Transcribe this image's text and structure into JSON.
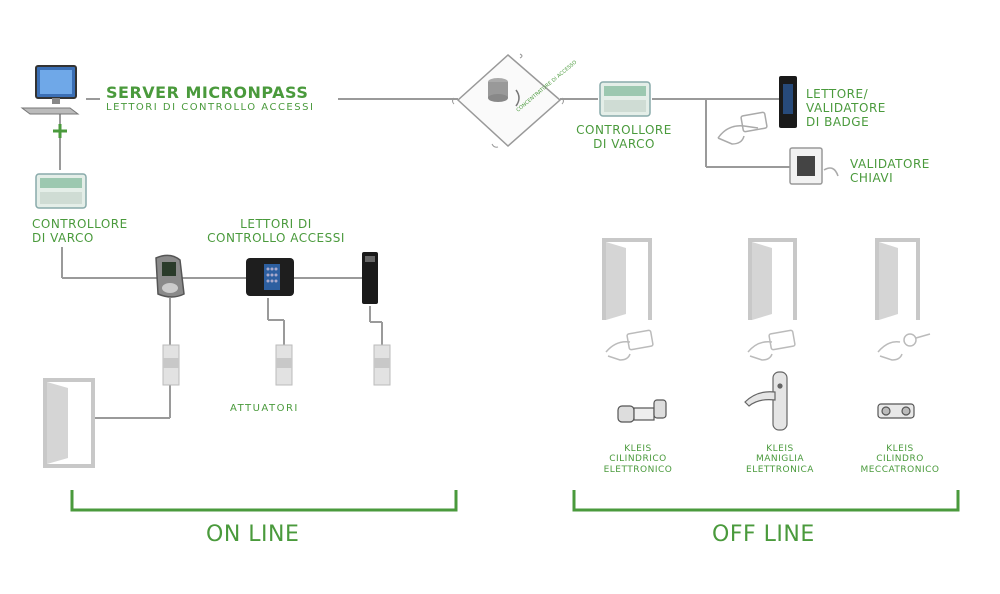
{
  "server": {
    "title": "SERVER MICRONPASS",
    "subtitle": "LETTORI DI CONTROLLO ACCESSI",
    "core_label": "CONCENTRATORE DI ACCESSO"
  },
  "online": {
    "controller_line1": "CONTROLLORE",
    "controller_line2": "DI VARCO",
    "readers_line1": "LETTORI DI",
    "readers_line2": "CONTROLLO ACCESSI",
    "actuators": "ATTUATORI",
    "section_label": "ON LINE"
  },
  "offline": {
    "controller_line1": "CONTROLLORE",
    "controller_line2": "DI VARCO",
    "badge_line1": "LETTORE/",
    "badge_line2": "VALIDATORE",
    "badge_line3": "DI BADGE",
    "keys_line1": "VALIDATORE",
    "keys_line2": "CHIAVI",
    "devices": [
      {
        "line1": "KLEIS",
        "line2": "CILINDRICO",
        "line3": "ELETTRONICO"
      },
      {
        "line1": "KLEIS",
        "line2": "MANIGLIA",
        "line3": "ELETTRONICA"
      },
      {
        "line1": "KLEIS",
        "line2": "CILINDRO",
        "line3": "MECCATRONICO"
      }
    ],
    "section_label": "OFF LINE"
  },
  "colors": {
    "accent": "#4a9a3c",
    "line": "#9a9a9a",
    "device_grey": "#c8c8c8"
  },
  "icons": [
    "computer-icon",
    "plus-icon",
    "controller-box-icon",
    "database-icon",
    "biometric-reader-icon",
    "keypad-reader-icon",
    "slim-reader-icon",
    "actuator-icon",
    "door-icon",
    "badge-hand-icon",
    "key-hand-icon",
    "key-validator-icon",
    "cylinder-lock-icon",
    "handle-lock-icon",
    "mechatronic-cylinder-icon"
  ]
}
